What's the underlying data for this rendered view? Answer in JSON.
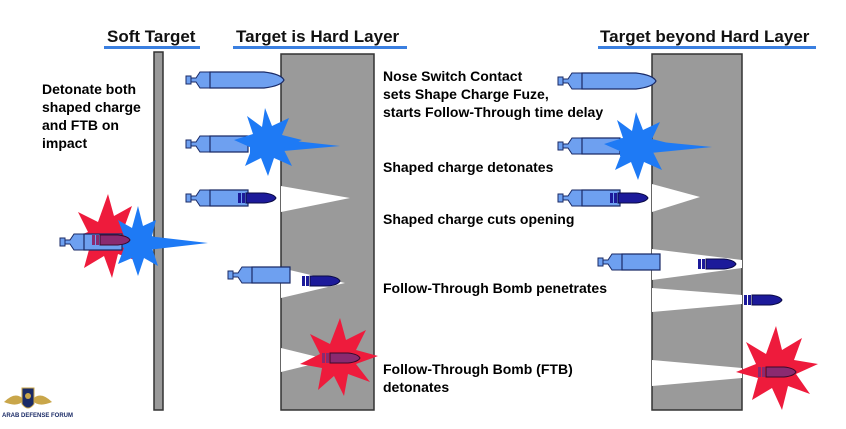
{
  "headers": {
    "soft": "Soft Target",
    "hard": "Target is Hard Layer",
    "beyond": "Target beyond Hard Layer"
  },
  "soft_note": [
    "Detonate both",
    "shaped charge",
    "and FTB on",
    "impact"
  ],
  "steps": [
    [
      "Nose Switch Contact",
      "sets Shape Charge Fuze,",
      "starts Follow-Through time delay"
    ],
    [
      "Shaped charge detonates"
    ],
    [
      "Shaped charge cuts opening"
    ],
    [
      "Follow-Through Bomb penetrates"
    ],
    [
      "Follow-Through Bomb (FTB)",
      "detonates"
    ]
  ],
  "colors": {
    "header_underline": "#3a7fe0",
    "wall": "#9a9a9a",
    "wall_stroke": "#333333",
    "munition_body": "#6ea0f0",
    "ftb_body": "#1c1a9a",
    "ftb_exploding": "#8a2a70",
    "blast_blue": "#1e7af5",
    "blast_red": "#ee1b3c"
  },
  "logo_text": [
    "ARAB DEFENSE FORUM"
  ]
}
